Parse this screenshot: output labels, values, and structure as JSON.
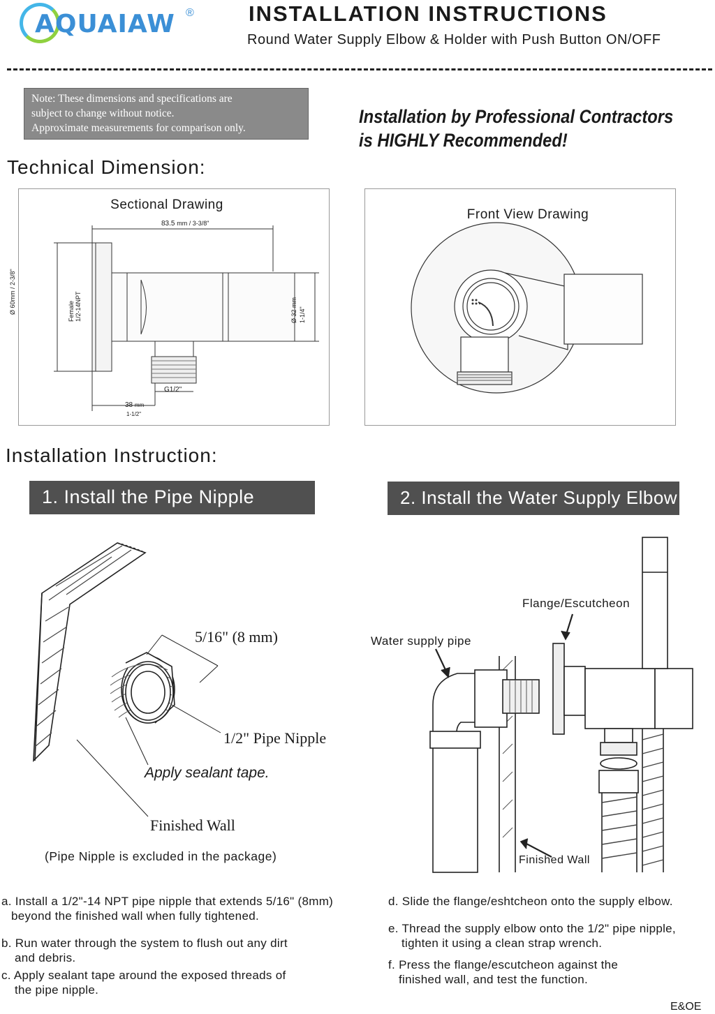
{
  "header": {
    "brand": "AQUAIAW",
    "brand_mark": "®",
    "title": "INSTALLATION INSTRUCTIONS",
    "subtitle": "Round Water Supply Elbow & Holder with Push Button ON/OFF"
  },
  "note": {
    "line1": "Note: These dimensions and specifications are",
    "line2": "subject to change without notice.",
    "line3": "Approximate measurements for comparison only."
  },
  "recommendation": {
    "line1": "Installation by Professional Contractors",
    "line2": "is HIGHLY Recommended!"
  },
  "technical": {
    "heading": "Technical Dimension:",
    "sectional": {
      "title": "Sectional Drawing",
      "dim_length_mm": "83.5",
      "dim_length_unit": "mm / 3-3/8\"",
      "dim_height": "Ø 60mm / 2-3/8\"",
      "thread_female_1": "Female",
      "thread_female_2": "1/2-14NPT",
      "dim_body_1": "Ø 32 mm",
      "dim_body_2": "1-1/4\"",
      "outlet": "G1/2\"",
      "dim_depth_mm": "38",
      "dim_depth_unit": "mm",
      "dim_depth_in": "1-1/2\""
    },
    "front": {
      "title": "Front View Drawing"
    }
  },
  "installation": {
    "heading": "Installation Instruction:",
    "step1": {
      "label": "1. Install the Pipe Nipple",
      "dim": "5/16\" (8 mm)",
      "nipple": "1/2\" Pipe Nipple",
      "sealant": "Apply sealant tape.",
      "wall": "Finished Wall",
      "excluded": "(Pipe Nipple is excluded in the package)"
    },
    "step2": {
      "label": "2. Install the Water Supply Elbow",
      "flange": "Flange/Escutcheon",
      "supply": "Water supply pipe",
      "wall": "Finished Wall"
    }
  },
  "instructions": {
    "a1": "a. Install a 1/2\"-14 NPT pipe nipple that extends 5/16\" (8mm)",
    "a2": "beyond the finished wall when fully tightened.",
    "b1": "b. Run water through the system to flush out any dirt",
    "b2": "and debris.",
    "c1": "c. Apply sealant tape around the exposed threads of",
    "c2": "the pipe nipple.",
    "d1": "d. Slide the flange/eshtcheon onto the supply elbow.",
    "e1": "e. Thread the supply elbow onto the 1/2\" pipe nipple,",
    "e2": "tighten it using a clean strap wrench.",
    "f1": "f. Press the flange/escutcheon against the",
    "f2": "finished wall, and test the function."
  },
  "footer": {
    "note": "E&OE"
  }
}
